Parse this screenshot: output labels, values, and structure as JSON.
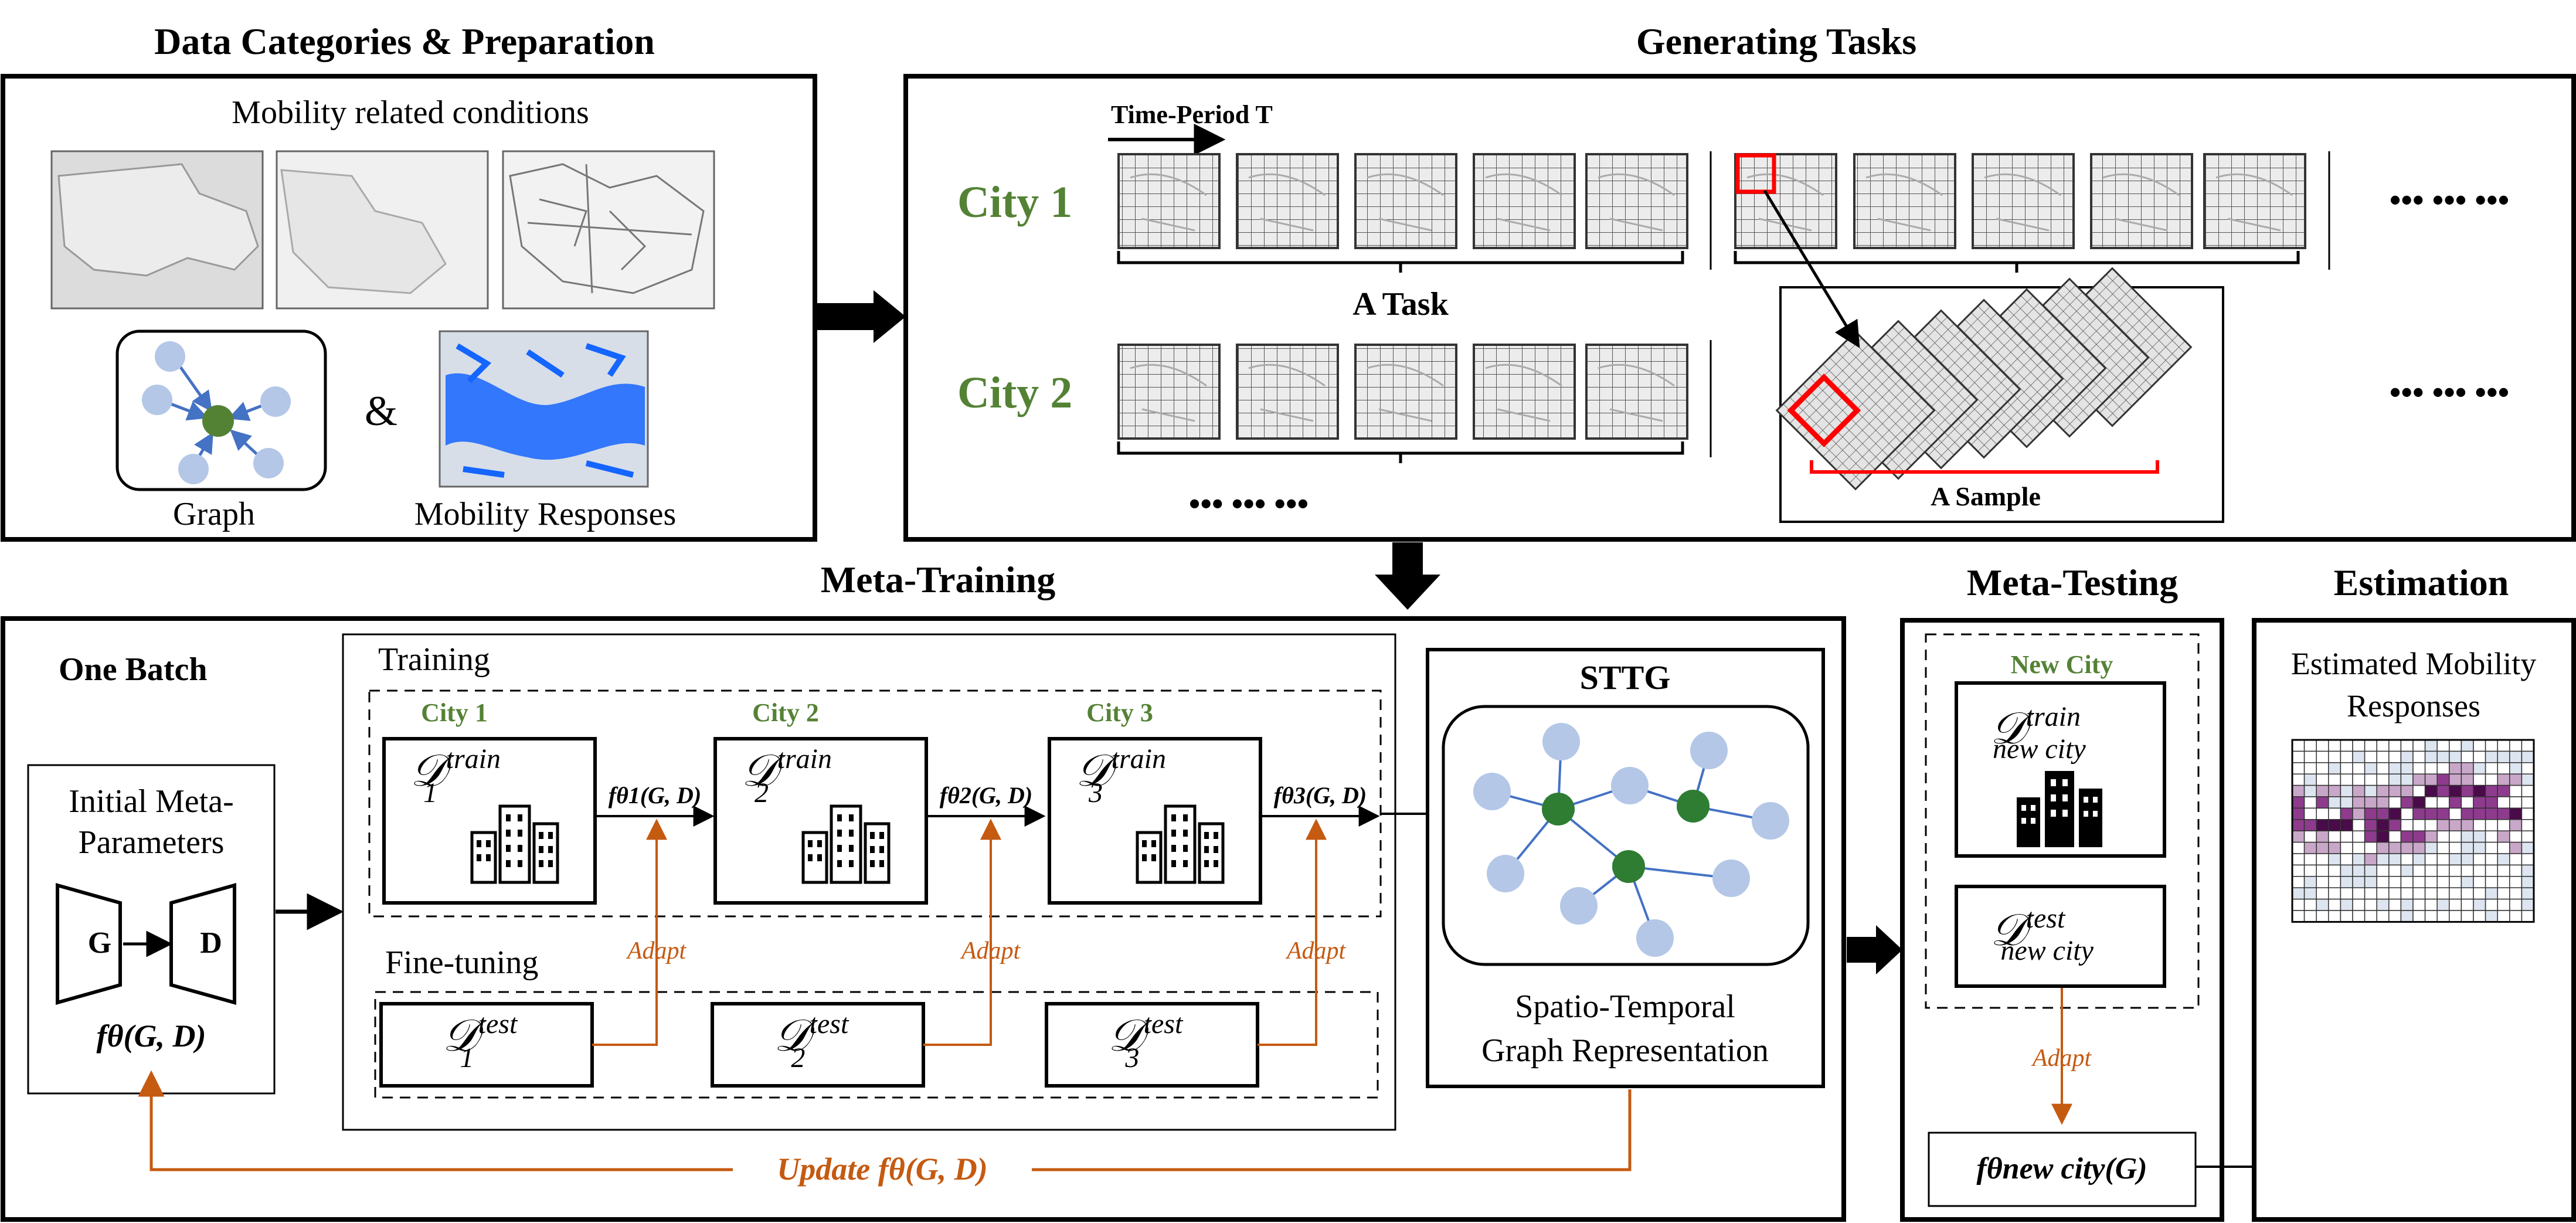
{
  "colors": {
    "green_text": "#548235",
    "node_green": "#2e7d32",
    "node_blue": "#b4c7e7",
    "orange": "#c55a11",
    "red": "#ff0000",
    "edge_blue": "#4472c4",
    "heat_dark": "#4a0b4a",
    "heat_mid": "#8e3b8e",
    "heat_light": "#c9a7c9",
    "heat_pale": "#dde5f0"
  },
  "sections": {
    "data_prep_title": "Data Categories & Preparation",
    "generating_title": "Generating Tasks",
    "meta_training_title": "Meta-Training",
    "meta_testing_title": "Meta-Testing",
    "estimation_title": "Estimation"
  },
  "data_prep": {
    "conditions_label": "Mobility related conditions",
    "graph_label": "Graph",
    "ampersand": "&",
    "responses_label": "Mobility Responses"
  },
  "generating": {
    "time_period": "Time-Period T",
    "city1": "City 1",
    "city2": "City 2",
    "a_task": "A Task",
    "a_sample": "A Sample",
    "ellipsis_right": "••• ••• •••",
    "ellipsis_bottom": "•••  •••  •••"
  },
  "meta_training": {
    "one_batch": "One Batch",
    "initial_params_line1": "Initial Meta-",
    "initial_params_line2": "Parameters",
    "g_label": "G",
    "d_label": "D",
    "f_theta": "fθ(G, D)",
    "training_label": "Training",
    "finetuning_label": "Fine-tuning",
    "cities": [
      "City 1",
      "City 2",
      "City 3"
    ],
    "train_sets": [
      "𝒟",
      "𝒟",
      "𝒟"
    ],
    "train_sup": "train",
    "test_sup": "test",
    "subscripts": [
      "1",
      "2",
      "3"
    ],
    "f_arrows": [
      "fθ1(G, D)",
      "fθ2(G, D)",
      "fθ3(G, D)"
    ],
    "adapt": "Adapt",
    "update_label": "Update fθ(G, D)"
  },
  "sttg": {
    "title": "STTG",
    "caption_line1": "Spatio-Temporal",
    "caption_line2": "Graph Representation"
  },
  "meta_testing": {
    "new_city": "New City",
    "d_symbol": "𝒟",
    "train_sup": "train",
    "test_sup": "test",
    "sub": "new city",
    "adapt": "Adapt",
    "f_new_city": "fθnew city(G)"
  },
  "estimation": {
    "label_line1": "Estimated Mobility",
    "label_line2": "Responses"
  }
}
